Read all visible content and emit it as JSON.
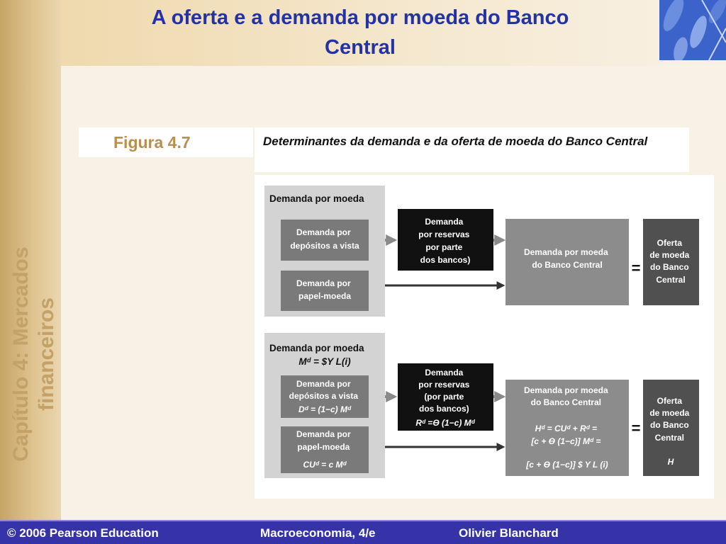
{
  "slide": {
    "title_lines": [
      "A oferta e a demanda por moeda do Banco",
      "Central"
    ],
    "side_lines": [
      "Capítulo 4: Mercados",
      "financeiros"
    ]
  },
  "figure": {
    "label": "Figura 4.7",
    "caption": "Determinantes da demanda e da oferta de moeda do Banco Central"
  },
  "diagram": {
    "top": {
      "group_title": "Demanda por moeda",
      "deposits": [
        "Demanda por",
        "depósitos a vista"
      ],
      "currency": [
        "Demanda por",
        "papel-moeda"
      ],
      "reserves": [
        "Demanda",
        "por reservas",
        "por parte",
        "dos bancos)"
      ],
      "cb_demand": [
        "Demanda por moeda",
        "do Banco Central"
      ],
      "equals": "=",
      "cb_supply": [
        "Oferta",
        "de moeda",
        "do Banco",
        "Central"
      ]
    },
    "bottom": {
      "group_title": "Demanda por moeda",
      "group_formula": "Mᵈ = $Y L(i)",
      "deposits": [
        "Demanda por",
        "depósitos a vista",
        "Dᵈ = (1−c) Mᵈ"
      ],
      "currency": [
        "Demanda por",
        "papel-moeda",
        "CUᵈ = c Mᵈ"
      ],
      "reserves": [
        "Demanda",
        "por reservas",
        "(por parte",
        "dos bancos)",
        "Rᵈ =ϴ  (1−c) Mᵈ"
      ],
      "cb_demand": [
        "Demanda por moeda",
        "do Banco Central",
        "Hᵈ = CUᵈ + Rᵈ =",
        "[c + ϴ  (1−c)] Mᵈ =",
        "[c + ϴ (1−c)] $  Y L (i)"
      ],
      "equals": "=",
      "cb_supply": [
        "Oferta",
        "de moeda",
        "do Banco",
        "Central",
        "H"
      ]
    }
  },
  "footer": {
    "copyright": "© 2006 Pearson Education",
    "book": "Macroeconomia, 4/e",
    "author": "Olivier Blanchard"
  }
}
